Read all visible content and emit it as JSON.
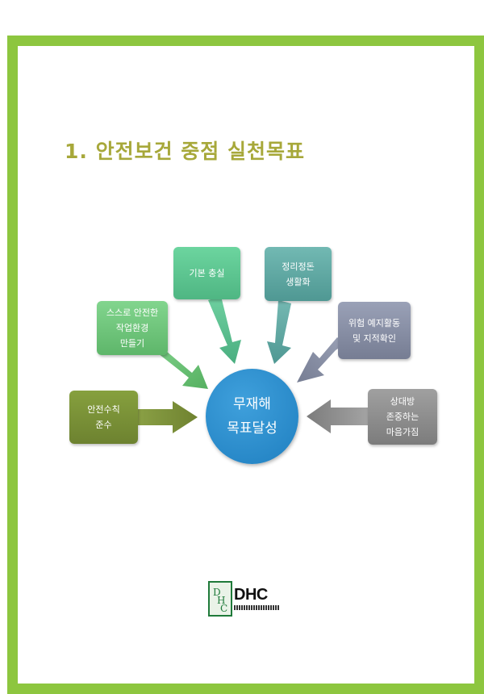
{
  "document": {
    "title": "1. 안전보건 중점 실천목표"
  },
  "diagram": {
    "center": {
      "label": "무재해\n목표달성",
      "color": "#2a8ccf"
    },
    "nodes": [
      {
        "id": "safety-rules",
        "label": "안전수칙\n준수",
        "color": "#7b8f35"
      },
      {
        "id": "safe-environment",
        "label": "스스로 안전한\n작업환경\n만들기",
        "color": "#6fbf73"
      },
      {
        "id": "basics",
        "label": "기본 충실",
        "color": "#5cbf8f"
      },
      {
        "id": "tidy-life",
        "label": "정리정돈\n생활화",
        "color": "#5ea6a1"
      },
      {
        "id": "risk-prediction",
        "label": "위험 예지활동\n및 지적확인",
        "color": "#8890a6"
      },
      {
        "id": "consideration",
        "label": "상대방\n존중하는\n마음가짐",
        "color": "#8e8e8e"
      }
    ]
  },
  "logo": {
    "text": "DHC",
    "mark": "DHC"
  },
  "colors": {
    "frame": "#8dc63f",
    "title": "#a7a83a"
  }
}
